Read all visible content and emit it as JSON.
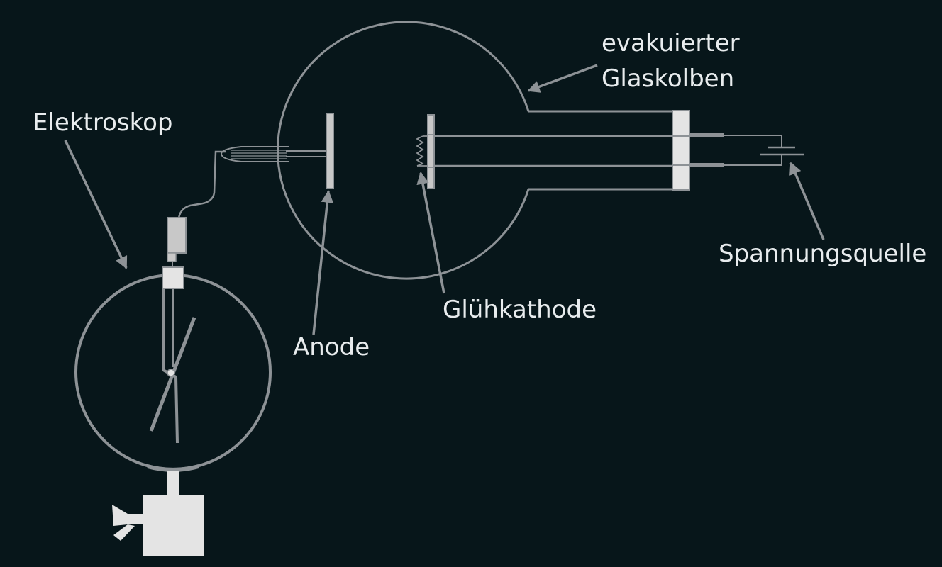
{
  "labels": {
    "electroscope": "Elektroskop",
    "bulb_line1": "evakuierter",
    "bulb_line2": "Glaskolben",
    "anode": "Anode",
    "cathode": "Glühkathode",
    "source": "Spannungsquelle"
  },
  "colors": {
    "background": "#07161a",
    "line": "#8d9296",
    "fill": "#e4e4e4",
    "text": "#e8ecee"
  }
}
